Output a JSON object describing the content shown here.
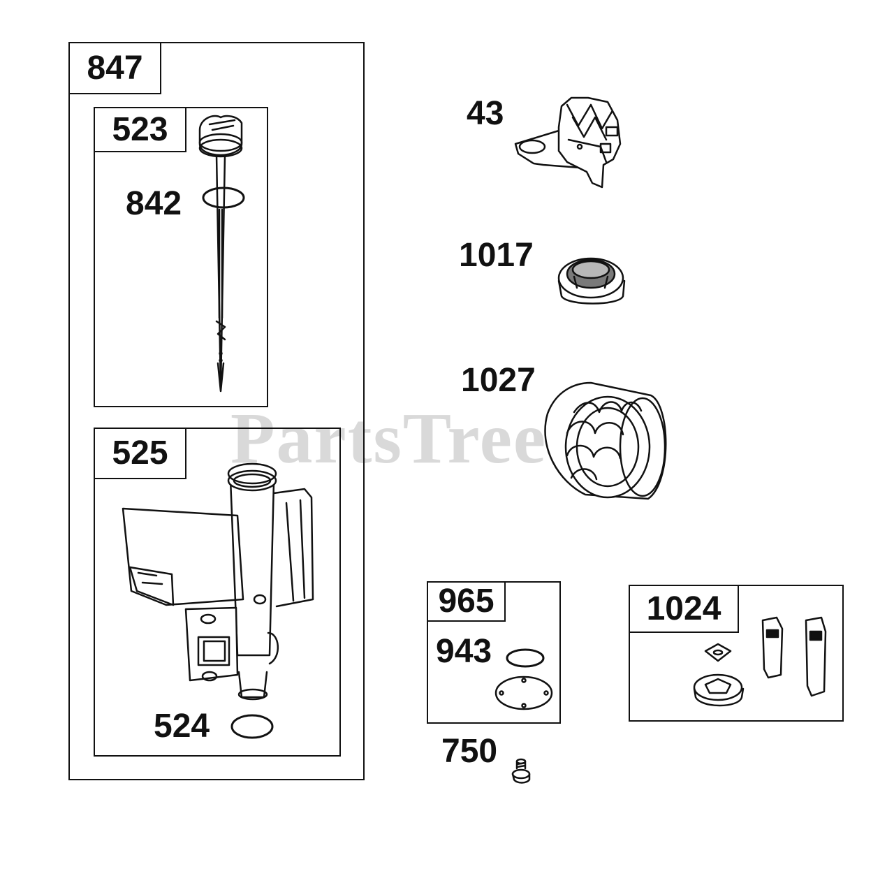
{
  "watermark": "PartsTree",
  "assemblies": {
    "a847": "847",
    "a523": "523",
    "a525": "525",
    "a965": "965",
    "a1024": "1024"
  },
  "callouts": {
    "c842": "842",
    "c524": "524",
    "c43": "43",
    "c1017": "1017",
    "c1027": "1027",
    "c943": "943",
    "c750": "750"
  },
  "icons": {
    "dipstick": "dipstick-icon",
    "o_ring": "o-ring-icon",
    "oil_fill_tube": "oil-fill-tube-icon",
    "bracket": "control-bracket-icon",
    "cap": "cap-icon",
    "air_filter": "air-filter-icon",
    "gasket": "gasket-icon",
    "screw": "screw-icon",
    "fuel_cap_kit": "fuel-cap-kit-icon"
  }
}
